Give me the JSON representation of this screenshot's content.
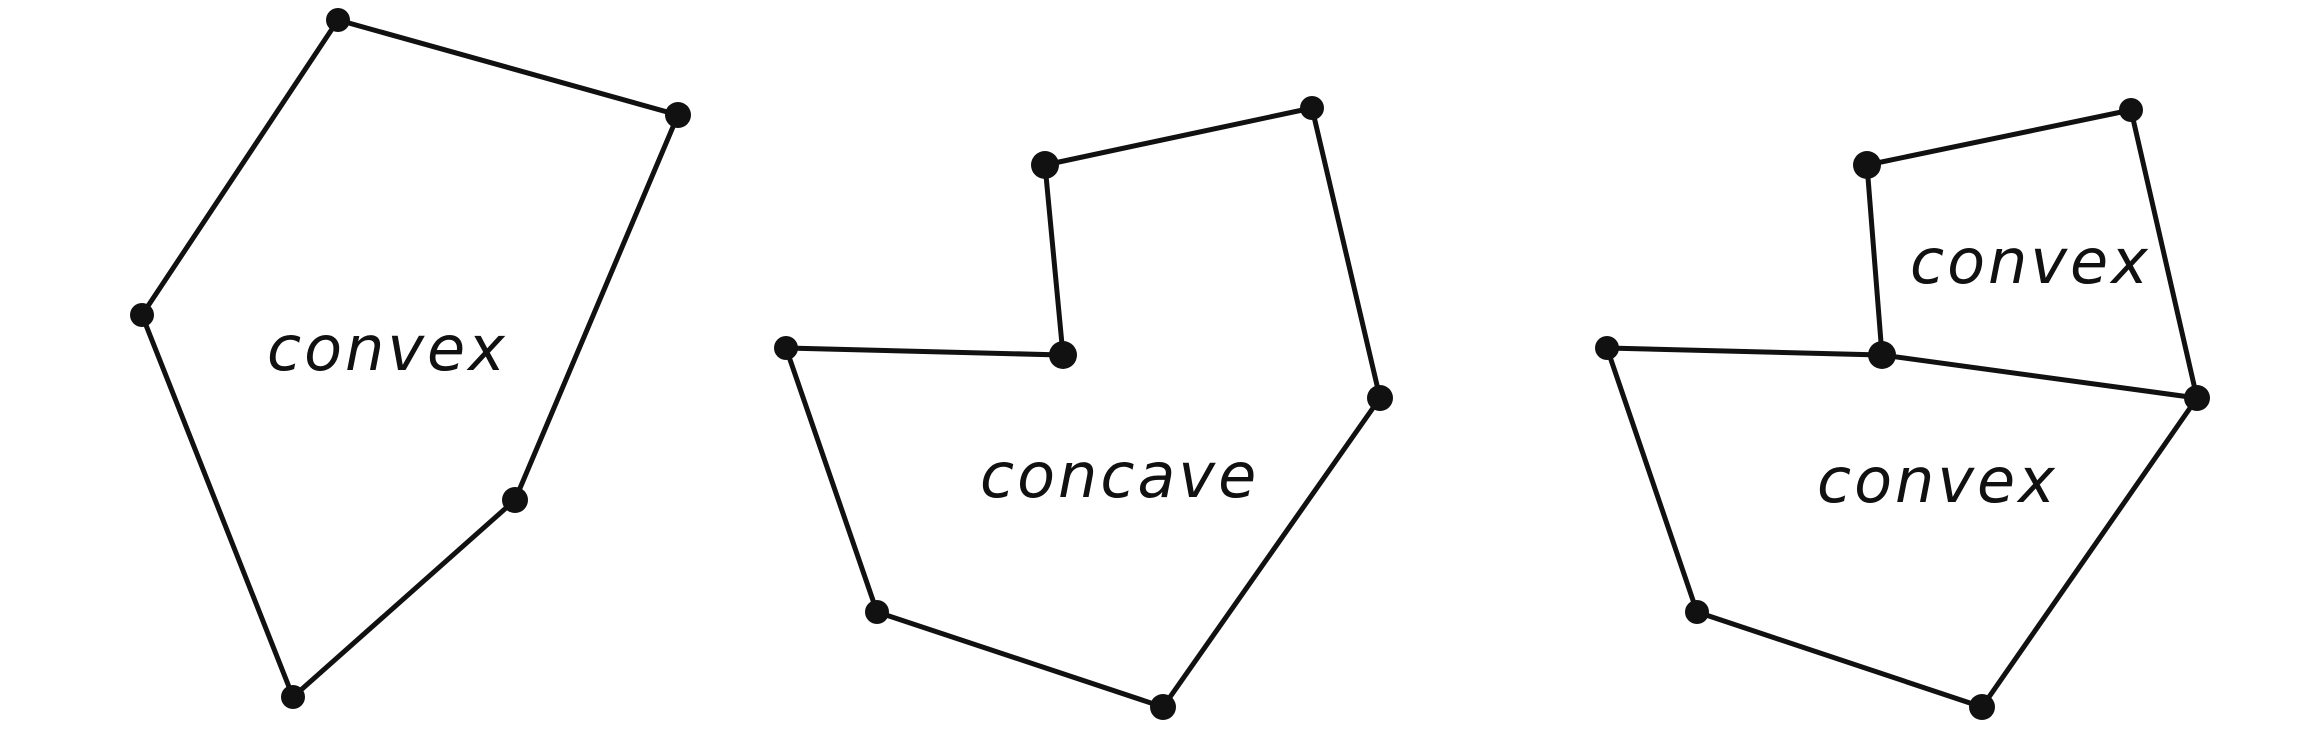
{
  "figures": [
    {
      "label": "convex"
    },
    {
      "label": "concave"
    },
    {
      "labels": [
        "convex",
        "convex"
      ]
    }
  ],
  "colors": {
    "ink": "#111111",
    "background": "#ffffff"
  }
}
